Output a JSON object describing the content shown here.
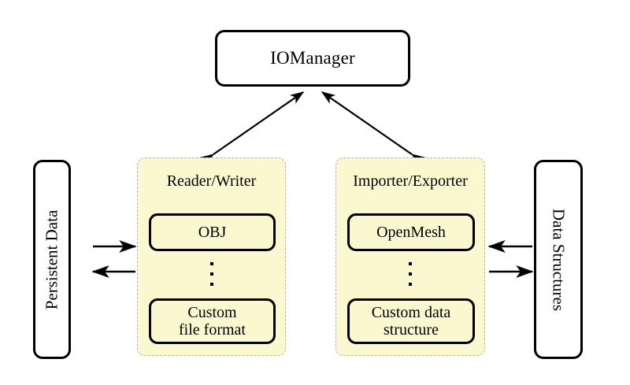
{
  "diagram": {
    "title_box": {
      "label": "IOManager"
    },
    "left_entity": {
      "label": "Persistent Data"
    },
    "right_entity": {
      "label": "Data Structures"
    },
    "panels": [
      {
        "id": "reader-writer",
        "title": "Reader/Writer",
        "top_item": "OBJ",
        "ellipsis": "⋮",
        "bottom_item_line1": "Custom",
        "bottom_item_line2": "file format"
      },
      {
        "id": "importer-exporter",
        "title": "Importer/Exporter",
        "top_item": "OpenMesh",
        "ellipsis": "⋮",
        "bottom_item_line1": "Custom data",
        "bottom_item_line2": "structure"
      }
    ],
    "connectors": [
      {
        "name": "iomanager-to-reader-writer",
        "style": "double-headed-diagonal"
      },
      {
        "name": "iomanager-to-importer-exporter",
        "style": "double-headed-diagonal"
      },
      {
        "name": "persistent-data-to-reader-writer",
        "style": "single-arrow-right"
      },
      {
        "name": "reader-writer-to-persistent-data",
        "style": "single-arrow-left"
      },
      {
        "name": "importer-exporter-to-data-structures",
        "style": "single-arrow-left"
      },
      {
        "name": "data-structures-to-importer-exporter",
        "style": "single-arrow-right"
      }
    ],
    "colors": {
      "panel_fill": "#fbf8d0",
      "panel_border": "#b3b3b3",
      "stroke": "#000000",
      "background": "#ffffff"
    }
  }
}
